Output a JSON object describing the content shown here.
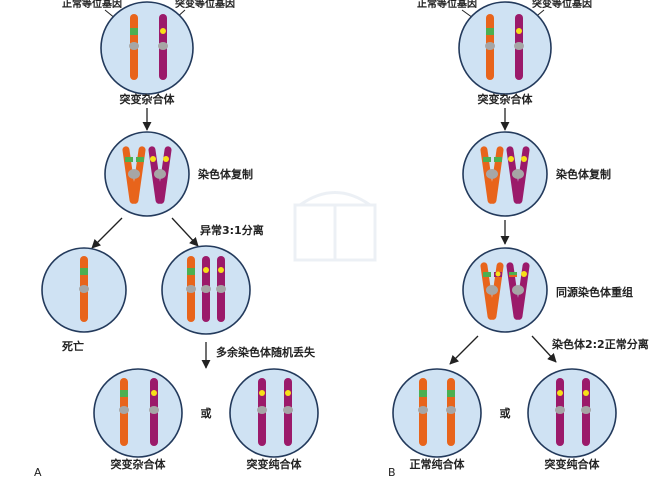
{
  "colors": {
    "cell_fill": "#cfe2f3",
    "cell_stroke": "#233a5c",
    "normal_chromosome": "#e8641b",
    "mutant_chromosome": "#9b1a6a",
    "centromere": "#a6a6a6",
    "normal_allele": "#4caf50",
    "mutant_allele": "#f7e017"
  },
  "panelA": {
    "panel_label": "A",
    "normal_allele_label": "正常等位基因",
    "mutant_allele_label": "突变等位基因",
    "cell1_label": "突变杂合体",
    "cell2_label": "染色体复制",
    "abnormal_label": "异常3:1分离",
    "death_label": "死亡",
    "loss_label": "多余染色体随机丢失",
    "or_label": "或",
    "result_left_label": "突变杂合体",
    "result_right_label": "突变纯合体"
  },
  "panelB": {
    "panel_label": "B",
    "normal_allele_label": "正常等位基因",
    "mutant_allele_label": "突变等位基因",
    "cell1_label": "突变杂合体",
    "cell2_label": "染色体复制",
    "recomb_label": "同源染色体重组",
    "normal_seg_label": "染色体2:2正常分离",
    "or_label": "或",
    "result_left_label": "正常纯合体",
    "result_right_label": "突变纯合体"
  }
}
